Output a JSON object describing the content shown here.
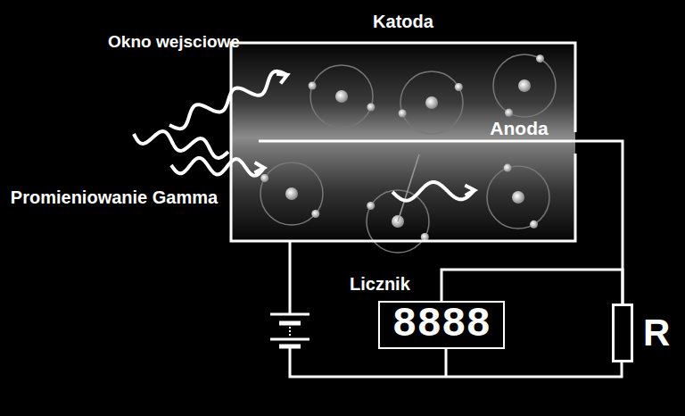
{
  "diagram": {
    "nodes": [
      {
        "text": [
          "Katoda"
        ]
      },
      {
        "text": [
          "Licznik",
          "8888"
        ]
      },
      {
        "text": [
          "R"
        ]
      }
    ],
    "edges": [
      {
        "from": 0,
        "to": 2,
        "arrow": "none"
      },
      {
        "from": 1,
        "to": 2,
        "arrow": "none"
      }
    ],
    "labels": [
      "Okno wejsciowe",
      "Anoda",
      "Promieniowanie Gamma"
    ]
  }
}
